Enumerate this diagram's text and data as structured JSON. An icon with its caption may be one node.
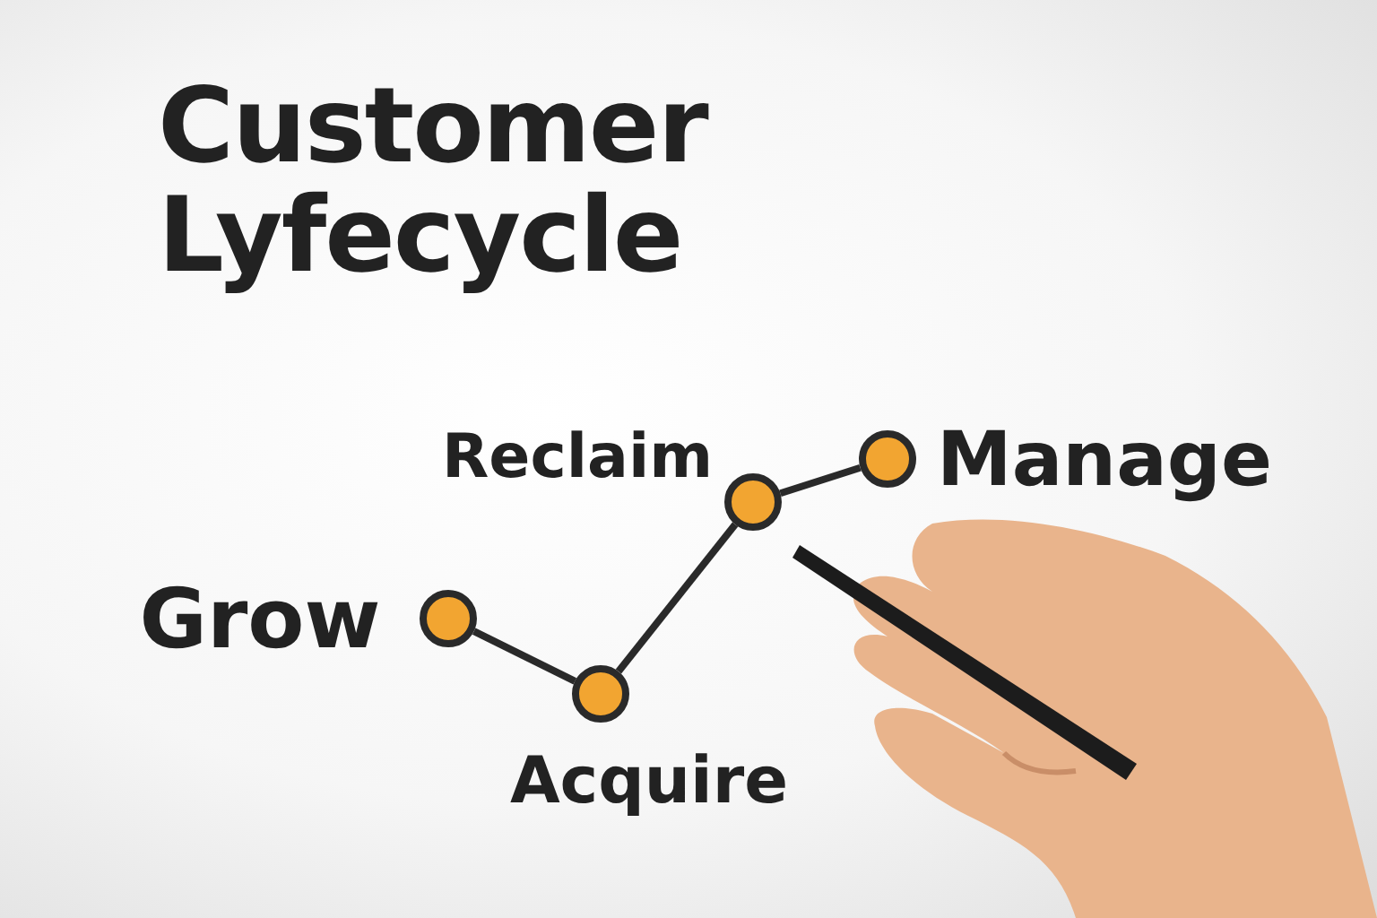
{
  "diagram": {
    "title": "Customer Lyfecycle",
    "nodes": [
      {
        "text": [],
        "shape": "circle",
        "beside": [
          "Grow"
        ]
      },
      {
        "text": [],
        "shape": "circle",
        "beside": [
          "Acquire"
        ]
      },
      {
        "text": [],
        "shape": "circle",
        "beside": [
          "Reclaim"
        ]
      },
      {
        "text": [],
        "shape": "circle",
        "beside": [
          "Manage"
        ]
      }
    ],
    "edges": [
      {
        "from": 0,
        "to": 1,
        "arrow": "none"
      },
      {
        "from": 1,
        "to": 2,
        "arrow": "none"
      },
      {
        "from": 2,
        "to": 3,
        "arrow": "none"
      }
    ]
  }
}
